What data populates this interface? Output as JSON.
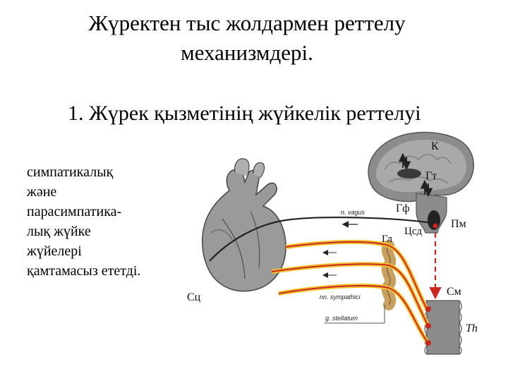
{
  "slide": {
    "title_line1": "Жүректен тыс жолдармен реттелу",
    "title_line2": "механизмдері.",
    "subtitle": "1. Жүрек қызметінің  жүйкелік реттелуі",
    "body_lines": [
      "симпатикалық",
      "және",
      "парасимпатика-",
      "лық жүйке",
      "жүйелері",
      "қамтамасыз ететді."
    ]
  },
  "diagram": {
    "labels": {
      "k": "К",
      "gt": "Гт",
      "gf": "Гф",
      "pm": "Пм",
      "tsed": "Цсд",
      "gl": "Гл",
      "sm": "См",
      "th": "Th",
      "sts": "Сц",
      "vagus": "n. vagus",
      "sympathici": "nn. sympathici",
      "stellatum": "g. stellatum"
    },
    "colors": {
      "nerve_red": "#c8281e",
      "nerve_yellow": "#f2c230",
      "vagus_line": "#222222",
      "brain_gray": "#8c8c8c",
      "heart_gray": "#9a9a9a"
    }
  }
}
